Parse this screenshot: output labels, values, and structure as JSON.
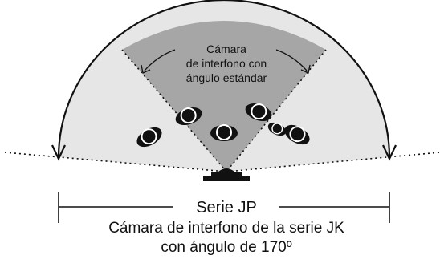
{
  "diagram": {
    "standard_angle_label": {
      "line1": "Cámara",
      "line2": "de interfono con",
      "line3": "ángulo estándar"
    },
    "series_label": "Serie JP",
    "caption": {
      "line1": "Cámara de interfono de la serie JK",
      "line2": "con ángulo de 170º"
    },
    "colors": {
      "wide_field": "#e6e6e6",
      "standard_field": "#a6a6a6",
      "ink": "#111111"
    },
    "icons": {
      "camera": "intercom-camera-icon",
      "person": "person-silhouette-icon",
      "arrow": "arrowhead-icon"
    },
    "people_count": 7
  }
}
